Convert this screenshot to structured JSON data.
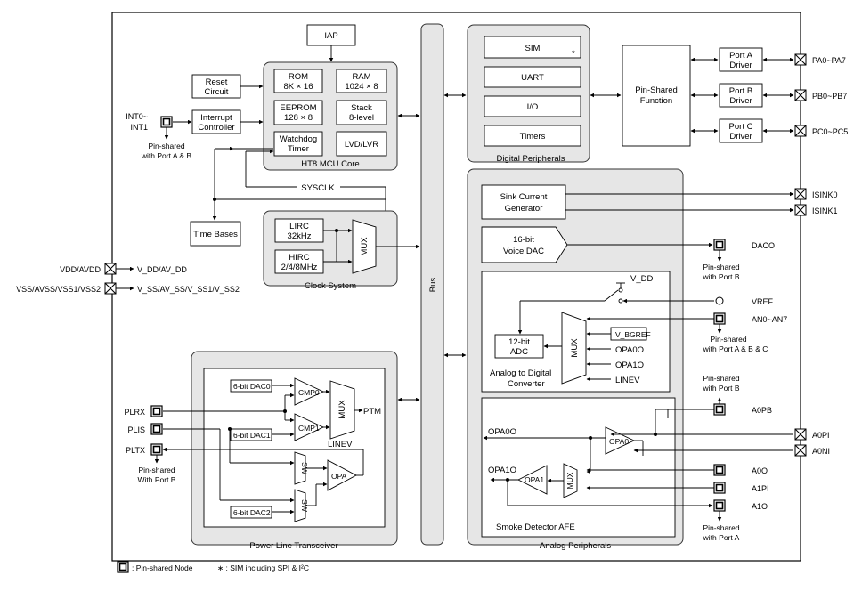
{
  "mcu_core": {
    "title": "HT8 MCU Core",
    "rom": [
      "ROM",
      "8K × 16"
    ],
    "ram": [
      "RAM",
      "1024 × 8"
    ],
    "eeprom": [
      "EEPROM",
      "128 × 8"
    ],
    "stack": [
      "Stack",
      "8-level"
    ],
    "watchdog": [
      "Watchdog",
      "Timer"
    ],
    "lvd": "LVD/LVR"
  },
  "iap": "IAP",
  "reset": [
    "Reset",
    "Circuit"
  ],
  "interrupt": [
    "Interrupt",
    "Controller"
  ],
  "int_pins": [
    "INT0~",
    "INT1"
  ],
  "int_pinshared": [
    "Pin-shared",
    "with Port A & B"
  ],
  "time_bases": "Time Bases",
  "sysclk": "SYSCLK",
  "clock_system": {
    "title": "Clock System",
    "lirc": [
      "LIRC",
      "32kHz"
    ],
    "hirc": [
      "HIRC",
      "2/4/8MHz"
    ],
    "mux": "MUX"
  },
  "bus": "Bus",
  "power": {
    "vdd_pin": "VDD/AVDD",
    "vss_pin": "VSS/AVSS/VSS1/VSS2",
    "vdd_int": "V_DD/AV_DD",
    "vss_int": "V_SS/AV_SS/V_SS1/V_SS2"
  },
  "digital": {
    "title": "Digital Peripherals",
    "sim": "SIM",
    "sim_mark": "*",
    "uart": "UART",
    "io": "I/O",
    "timers": "Timers"
  },
  "pin_shared_function": [
    "Pin-Shared",
    "Function"
  ],
  "ports": [
    {
      "driver": [
        "Port A",
        "Driver"
      ],
      "pin": "PA0~PA7"
    },
    {
      "driver": [
        "Port B",
        "Driver"
      ],
      "pin": "PB0~PB7"
    },
    {
      "driver": [
        "Port C",
        "Driver"
      ],
      "pin": "PC0~PC5"
    }
  ],
  "analog": {
    "title": "Analog Peripherals",
    "sink": [
      "Sink Current",
      "Generator"
    ],
    "isink0": "ISINK0",
    "isink1": "ISINK1",
    "dac": [
      "16-bit",
      "Voice DAC"
    ],
    "daco": "DACO",
    "daco_shared": [
      "Pin-shared",
      "with Port B"
    ],
    "vdd": "V_DD",
    "vref": "VREF",
    "an": "AN0~AN7",
    "an_shared": [
      "Pin-shared",
      "with Port A & B & C"
    ],
    "adc": [
      "12-bit",
      "ADC"
    ],
    "adc_mux": "MUX",
    "vbgref": "V_BGREF",
    "opa0o_in": "OPA0O",
    "opa1o_in": "OPA1O",
    "linev_in": "LINEV",
    "adc_title": [
      "Analog to Digital",
      "Converter"
    ],
    "a0pb_shared": [
      "Pin-shared",
      "with Port B"
    ],
    "a0pb": "A0PB",
    "opa0o": "OPA0O",
    "opa0": "OPA0",
    "a0pi": "A0PI",
    "a0ni": "A0NI",
    "opa1o": "OPA1O",
    "opa1": "OPA1",
    "afe_mux": "MUX",
    "a0o": "A0O",
    "a1pi": "A1PI",
    "a1o": "A1O",
    "a1o_shared": [
      "Pin-shared",
      "with Port A"
    ],
    "afe_title": "Smoke Detector AFE"
  },
  "plt": {
    "title": "Power Line Transceiver",
    "dac0": "6-bit DAC0",
    "dac1": "6-bit DAC1",
    "dac2": "6-bit DAC2",
    "cmp0": "CMP0",
    "cmp1": "CMP1",
    "mux": "MUX",
    "ptm": "PTM",
    "linev": "LINEV",
    "sw": "SW",
    "opa": "OPA",
    "plrx": "PLRX",
    "plis": "PLIS",
    "pltx": "PLTX",
    "pltx_shared": [
      "Pin-shared",
      "With Port B"
    ]
  },
  "legend": {
    "node": ": Pin-shared Node",
    "sim": "∗ : SIM including SPI & I²C"
  }
}
